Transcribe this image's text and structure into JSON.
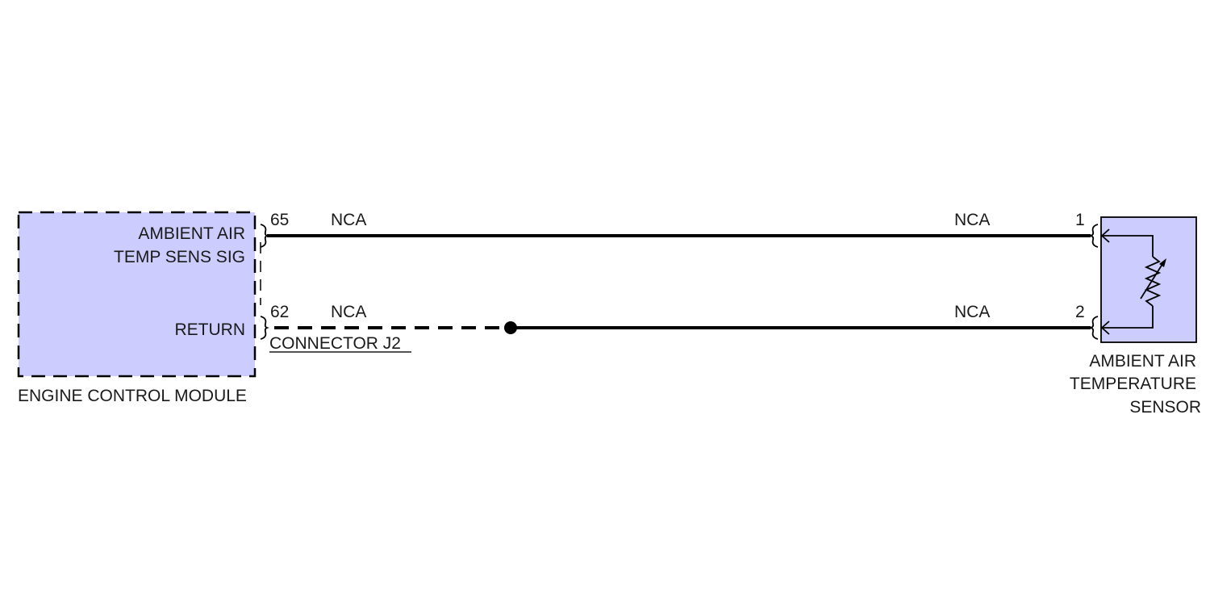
{
  "colors": {
    "module_fill": "#ccccff",
    "line": "#000000",
    "text": "#1a1a1a"
  },
  "ecm": {
    "name": "ENGINE CONTROL MODULE",
    "pins": [
      {
        "label_line1": "AMBIENT AIR",
        "label_line2": "TEMP SENS SIG",
        "pin": "65",
        "wire_code": "NCA"
      },
      {
        "label": "RETURN",
        "pin": "62",
        "wire_code": "NCA"
      }
    ],
    "connector": "CONNECTOR J2"
  },
  "sensor": {
    "name_line1": "AMBIENT AIR",
    "name_line2": "TEMPERATURE",
    "name_line3": "SENSOR",
    "pins": [
      {
        "pin": "1",
        "wire_code": "NCA"
      },
      {
        "pin": "2",
        "wire_code": "NCA"
      }
    ],
    "icon": "variable-resistor-icon"
  }
}
